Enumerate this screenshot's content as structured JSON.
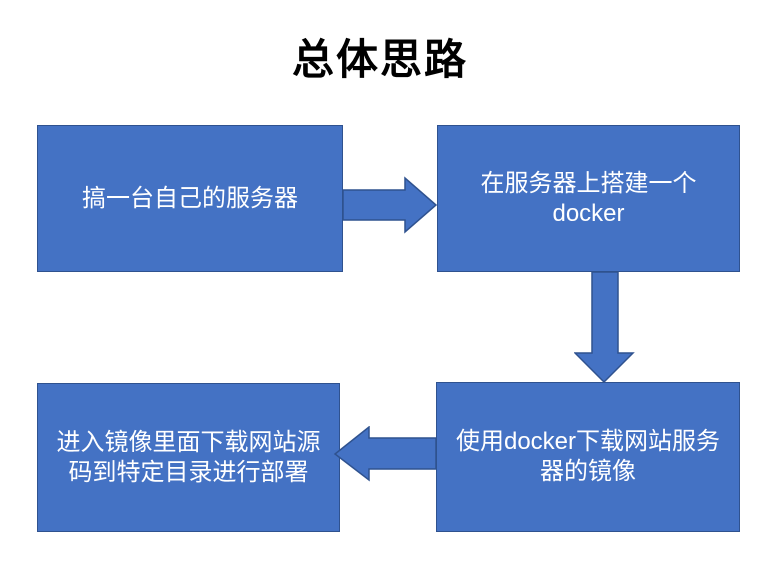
{
  "title": "总体思路",
  "colors": {
    "canvas-bg": "#ffffff",
    "shape-fill": "#4472c4",
    "shape-border": "#2f528f",
    "shape-text": "#ffffff",
    "title-color": "#000000"
  },
  "diagram": {
    "nodes": [
      {
        "id": "get-server",
        "label": "搞一台自己的服务器"
      },
      {
        "id": "setup-docker",
        "label": "在服务器上搭建一个\ndocker"
      },
      {
        "id": "pull-image",
        "label": "使用docker下载网站服务\n器的镜像"
      },
      {
        "id": "deploy-source",
        "label": "进入镜像里面下载网站源\n码到特定目录进行部署"
      }
    ],
    "arrows": [
      {
        "name": "arrow-right",
        "from": "get-server",
        "to": "setup-docker",
        "direction": "right"
      },
      {
        "name": "arrow-down",
        "from": "setup-docker",
        "to": "pull-image",
        "direction": "down"
      },
      {
        "name": "arrow-left",
        "from": "pull-image",
        "to": "deploy-source",
        "direction": "left"
      }
    ]
  }
}
